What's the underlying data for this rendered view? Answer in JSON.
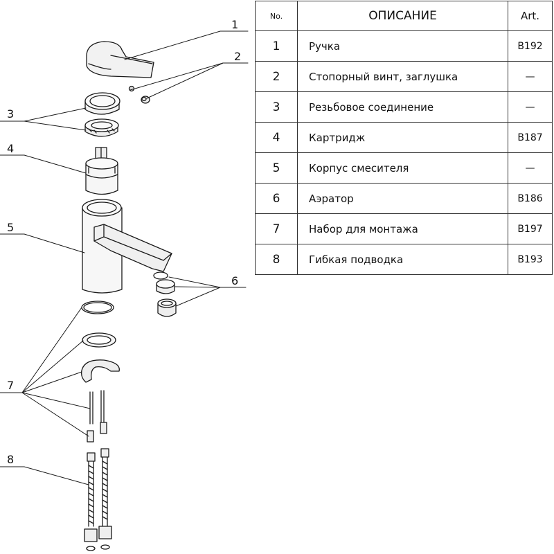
{
  "table": {
    "headers": {
      "no": "No.",
      "description": "ОПИСАНИЕ",
      "art": "Art."
    },
    "rows": [
      {
        "no": "1",
        "description": "Ручка",
        "art": "B192"
      },
      {
        "no": "2",
        "description": "Стопорный винт, заглушка",
        "art": "—"
      },
      {
        "no": "3",
        "description": "Резьбовое соединение",
        "art": "—"
      },
      {
        "no": "4",
        "description": "Картридж",
        "art": "B187"
      },
      {
        "no": "5",
        "description": "Корпус смесителя",
        "art": "—"
      },
      {
        "no": "6",
        "description": "Аэратор",
        "art": "B186"
      },
      {
        "no": "7",
        "description": "Набор для монтажа",
        "art": "B197"
      },
      {
        "no": "8",
        "description": "Гибкая подводка",
        "art": "B193"
      }
    ]
  },
  "callouts": [
    "1",
    "2",
    "3",
    "4",
    "5",
    "6",
    "7",
    "8"
  ]
}
